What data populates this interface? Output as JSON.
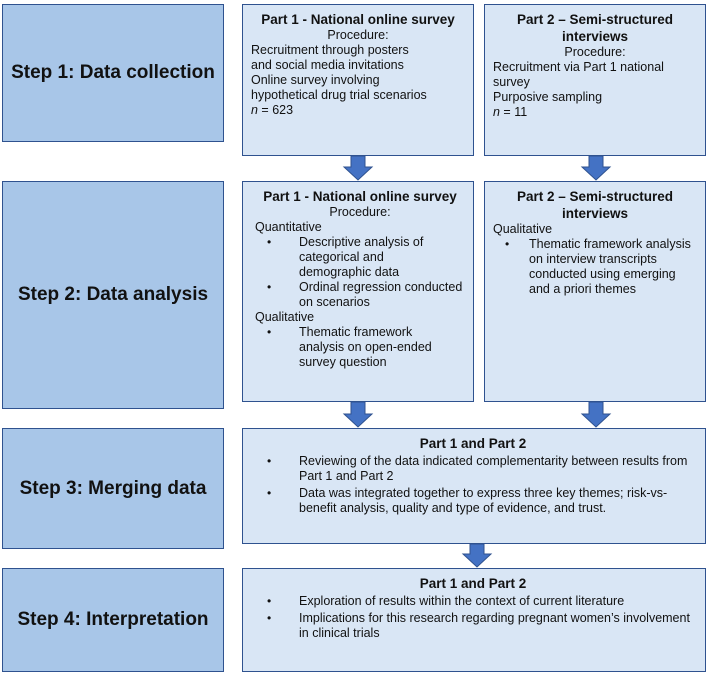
{
  "steps": [
    {
      "label": "Step 1: Data collection"
    },
    {
      "label": "Step 2: Data analysis"
    },
    {
      "label": "Step 3: Merging data"
    },
    {
      "label": "Step 4: Interpretation"
    }
  ],
  "step1": {
    "part1": {
      "title": "Part 1 - National online survey",
      "procedure": "Procedure:",
      "lines": [
        "Recruitment through posters",
        "and social media invitations",
        "Online survey involving",
        "hypothetical drug trial scenarios"
      ],
      "n_symbol": "n",
      "n_rest": " = 623"
    },
    "part2": {
      "title": "Part 2 – Semi-structured interviews",
      "procedure": "Procedure:",
      "lines": [
        "Recruitment via Part 1 national",
        "survey",
        "Purposive sampling"
      ],
      "n_symbol": "n",
      "n_rest": " = 11"
    }
  },
  "step2": {
    "part1": {
      "title": "Part 1 - National online survey",
      "procedure": "Procedure:",
      "quant_head": "Quantitative",
      "quant_items": [
        "Descriptive analysis of categorical and demographic data",
        "Ordinal regression conducted on scenarios"
      ],
      "qual_head": "Qualitative",
      "qual_items": [
        "Thematic framework analysis on open-ended survey question"
      ]
    },
    "part2": {
      "title": "Part 2 – Semi-structured interviews",
      "qual_head": "Qualitative",
      "qual_items": [
        "Thematic framework analysis on interview transcripts conducted using emerging and a priori themes"
      ]
    }
  },
  "step3": {
    "title": "Part 1 and Part 2",
    "items": [
      "Reviewing of the data indicated complementarity between results from Part 1 and Part 2",
      "Data was integrated together to express three key themes; risk-vs-benefit analysis, quality and type of evidence, and trust."
    ]
  },
  "step4": {
    "title": "Part 1 and Part 2",
    "items": [
      "Exploration of results within the context of current literature",
      "Implications for this research regarding pregnant women’s involvement in clinical trials"
    ]
  },
  "colors": {
    "step_fill": "#a8c6e8",
    "box_fill": "#d9e6f5",
    "border": "#2f528f",
    "arrow": "#4472c4"
  }
}
